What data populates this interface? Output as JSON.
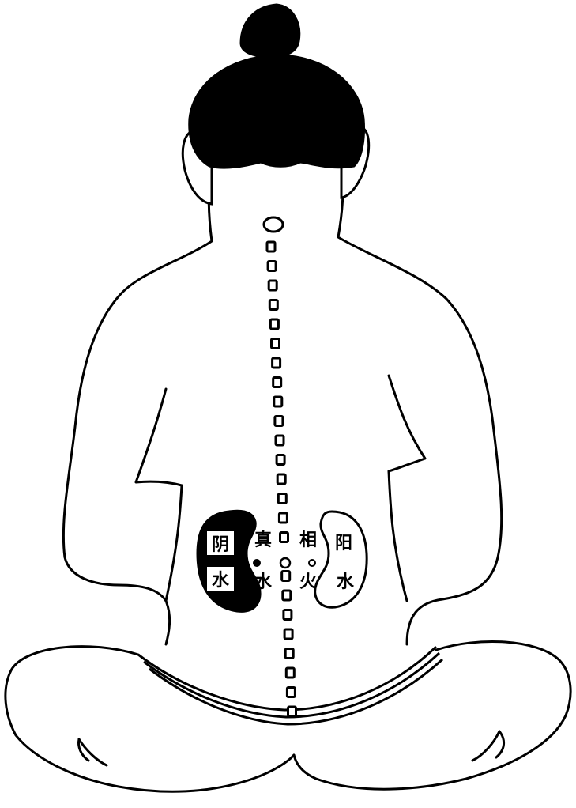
{
  "labels": {
    "left_kidney_top": "阴",
    "left_kidney_bottom": "水",
    "center_left_top": "真",
    "center_left_bottom": "水",
    "center_right_top": "相",
    "center_right_bottom": "火",
    "right_kidney_top": "阳",
    "right_kidney_bottom": "水"
  },
  "colors": {
    "ink": "#000000",
    "paper": "#ffffff"
  }
}
